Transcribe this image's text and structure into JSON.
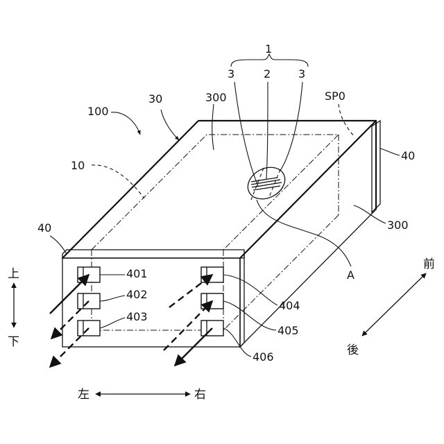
{
  "labels": {
    "assembly": "1",
    "layer_left": "3",
    "layer_center": "2",
    "layer_right": "3",
    "device": "100",
    "top_panel": "30",
    "surface_left": "300",
    "space": "SP0",
    "side_panel_right": "40",
    "inner_space": "10",
    "side_panel_left": "40",
    "surface_right": "300",
    "detail": "A",
    "port_401": "401",
    "port_402": "402",
    "port_403": "403",
    "port_404": "404",
    "port_405": "405",
    "port_406": "406"
  },
  "directions": {
    "up": "上",
    "down": "下",
    "left": "左",
    "right": "右",
    "front": "前",
    "back": "後"
  },
  "icons": {
    "front_arrows": "solid-arrow",
    "rear_arrows": "dashed-arrow"
  }
}
